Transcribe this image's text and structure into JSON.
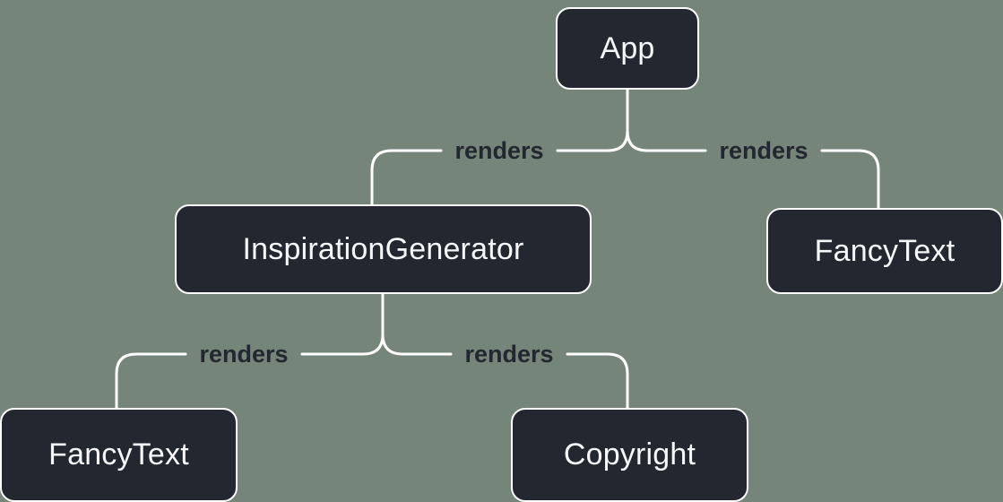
{
  "diagram": {
    "type": "render-tree",
    "background_color": "#76857a",
    "line_color": "#ffffff",
    "label_color": "#23272f",
    "node_background_color": "#23272f",
    "node_border_color": "#ffffff",
    "node_text_color": "#f6f7f9",
    "nodes": [
      {
        "id": "app",
        "label": "App"
      },
      {
        "id": "inspiration-generator",
        "label": "InspirationGenerator"
      },
      {
        "id": "fancy-text-top-right",
        "label": "FancyText"
      },
      {
        "id": "fancy-text-bottom-left",
        "label": "FancyText"
      },
      {
        "id": "copyright",
        "label": "Copyright"
      }
    ],
    "edges": [
      {
        "from": "App",
        "to": "InspirationGenerator",
        "label": "renders"
      },
      {
        "from": "App",
        "to": "FancyText",
        "label": "renders"
      },
      {
        "from": "InspirationGenerator",
        "to": "FancyText",
        "label": "renders"
      },
      {
        "from": "InspirationGenerator",
        "to": "Copyright",
        "label": "renders"
      }
    ]
  }
}
